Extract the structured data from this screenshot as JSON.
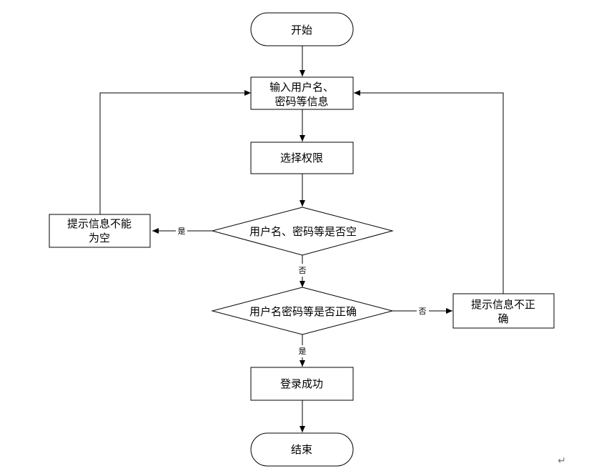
{
  "nodes": {
    "start": {
      "lines": [
        "开始"
      ]
    },
    "input": {
      "lines": [
        "输入用户名、",
        "密码等信息"
      ]
    },
    "select": {
      "lines": [
        "选择权限"
      ]
    },
    "check_empty": {
      "lines": [
        "用户名、密码等是否空"
      ]
    },
    "tip_empty": {
      "lines": [
        "提示信息不能",
        "为空"
      ]
    },
    "check_valid": {
      "lines": [
        "用户名密码等是否正确"
      ]
    },
    "tip_invalid": {
      "lines": [
        "提示信息不正",
        "确"
      ]
    },
    "login_ok": {
      "lines": [
        "登录成功"
      ]
    },
    "end": {
      "lines": [
        "结束"
      ]
    }
  },
  "edges": {
    "empty_yes": "是",
    "empty_no": "否",
    "valid_no": "否",
    "valid_yes": "是"
  },
  "corner_mark": "↵"
}
